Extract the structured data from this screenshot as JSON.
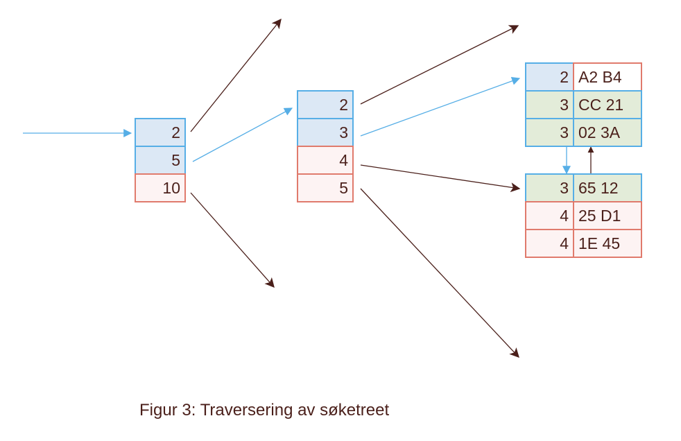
{
  "caption": "Figur 3: Traversering av søketreet",
  "colors": {
    "traversal_arrow": "#56aee6",
    "other_arrow": "#4a1f1a",
    "visited_border": "#56aee6",
    "visited_fill": "#dce8f5",
    "unvisited_border": "#e07a6c",
    "unvisited_fill": "#fdf3f3",
    "match_fill": "#e3ecd9",
    "text": "#4a1f1a"
  },
  "root_node": {
    "keys": [
      "2",
      "5",
      "10"
    ]
  },
  "inner_node": {
    "keys": [
      "2",
      "3",
      "4",
      "5"
    ]
  },
  "leaf_node_1": {
    "rows": [
      {
        "key": "2",
        "value": "A2 B4"
      },
      {
        "key": "3",
        "value": "CC 21"
      },
      {
        "key": "3",
        "value": "02 3A"
      }
    ]
  },
  "leaf_node_2": {
    "rows": [
      {
        "key": "3",
        "value": "65 12"
      },
      {
        "key": "4",
        "value": "25 D1"
      },
      {
        "key": "4",
        "value": "1E 45"
      }
    ]
  }
}
